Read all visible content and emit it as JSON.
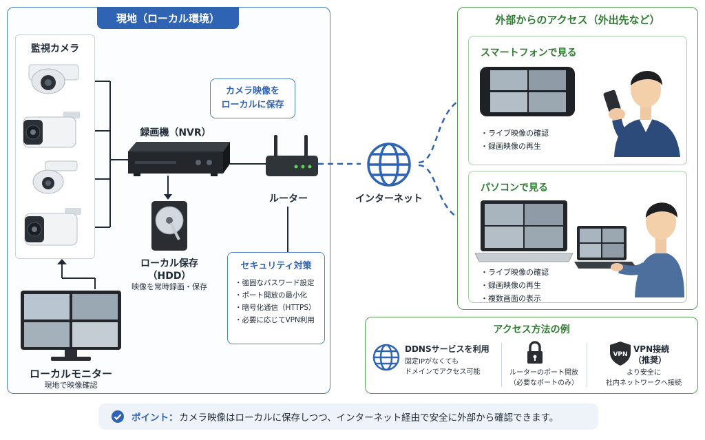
{
  "local": {
    "title": "現地（ローカル環境）",
    "camera_group_title": "監視カメラ",
    "nvr_label": "録画機（NVR）",
    "save_callout_line1": "カメラ映像を",
    "save_callout_line2": "ローカルに保存",
    "router_label": "ルーター",
    "hdd_label1": "ローカル保存",
    "hdd_label2": "（HDD）",
    "hdd_desc": "映像を常時録画・保存",
    "monitor_label": "ローカルモニター",
    "monitor_desc": "現地で映像確認",
    "security": {
      "title": "セキュリティ対策",
      "items": [
        "強固なパスワード設定",
        "ポート開放の最小化",
        "暗号化通信（HTTPS）",
        "必要に応じてVPN利用"
      ]
    }
  },
  "internet_label": "インターネット",
  "external": {
    "title": "外部からのアクセス（外出先など）",
    "smartphone": {
      "title": "スマートフォンで見る",
      "items": [
        "ライブ映像の確認",
        "録画映像の再生"
      ]
    },
    "pc": {
      "title": "パソコンで見る",
      "items": [
        "ライブ映像の確認",
        "録画映像の再生",
        "複数画面の表示"
      ]
    }
  },
  "access": {
    "title": "アクセス方法の例",
    "ddns": {
      "title": "DDNSサービスを利用",
      "desc1": "固定IPがなくても",
      "desc2": "ドメインでアクセス可能"
    },
    "port": {
      "desc1": "ルーターのポート開放",
      "desc2": "（必要なポートのみ）"
    },
    "vpn": {
      "title1": "VPN接続",
      "title2": "（推奨）",
      "desc1": "より安全に",
      "desc2": "社内ネットワークへ接続",
      "badge": "VPN"
    }
  },
  "point": {
    "key": "ポイント：",
    "text": "カメラ映像はローカルに保存しつつ、インターネット経由で安全に外部から確認できます。"
  },
  "colors": {
    "blue": "#2f63b3",
    "green": "#2e7d32",
    "line_dash": "#2f63b3"
  }
}
